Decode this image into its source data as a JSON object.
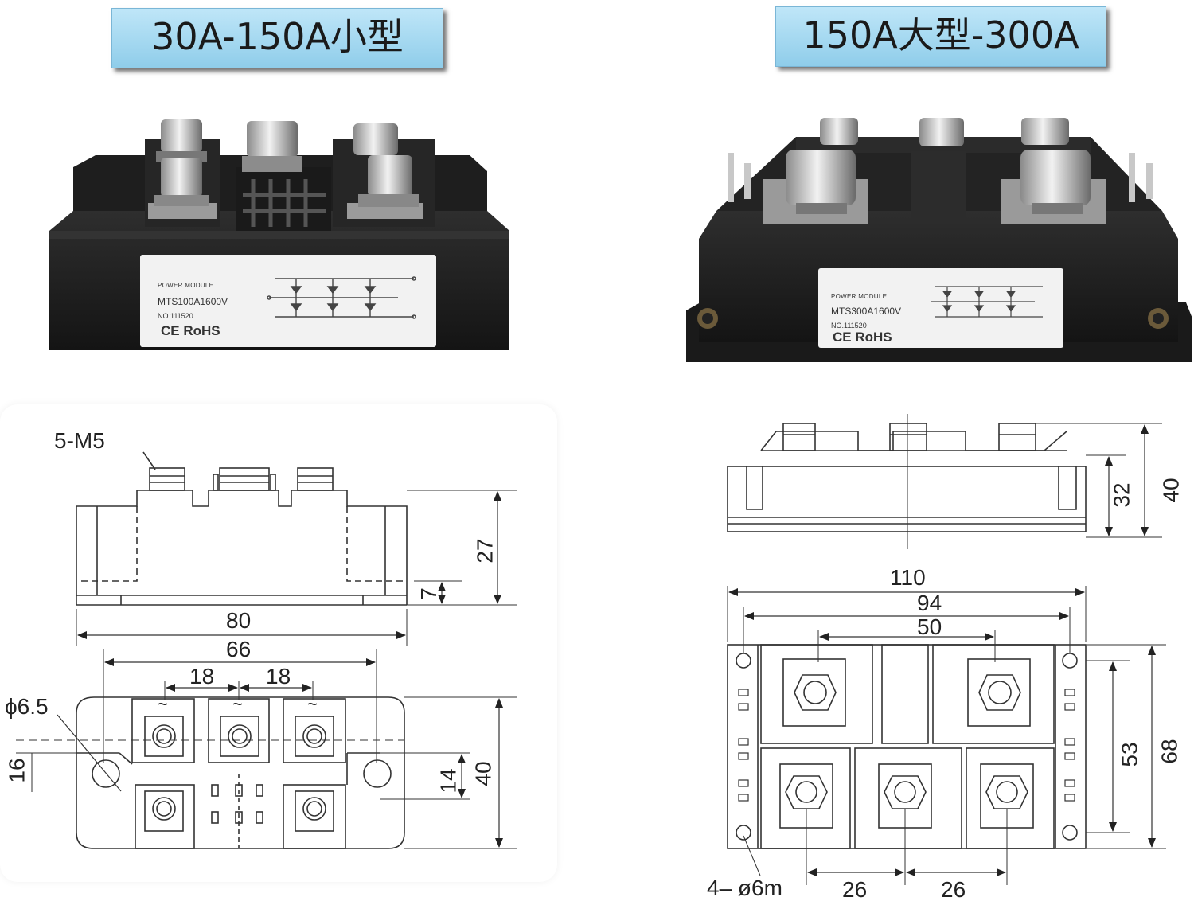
{
  "banners": {
    "small": "30A-150A小型",
    "large": "150A大型-300A"
  },
  "small_module_label": {
    "brand": "POWER MODULE",
    "part": "MTS100A1600V",
    "serial": "NO.111520",
    "cert": "CE RoHS"
  },
  "large_module_label": {
    "brand": "POWER MODULE",
    "part": "MTS300A1600V",
    "serial": "NO.111520",
    "cert": "CE RoHS"
  },
  "small_drawing": {
    "thread": "5-M5",
    "height": "27",
    "base": "7",
    "length": "80",
    "hole_pitch": "66",
    "term_pitch_1": "18",
    "term_pitch_2": "18",
    "hole_dia": "ϕ6.5",
    "offset_16": "16",
    "width_14": "14",
    "width_40": "40",
    "tilde": "~"
  },
  "large_drawing": {
    "height_32": "32",
    "height_40": "40",
    "length": "110",
    "hole_pitch": "94",
    "term_pitch": "50",
    "width_53": "53",
    "width_68": "68",
    "holes": "4– ø6m",
    "pitch_26a": "26",
    "pitch_26b": "26"
  }
}
